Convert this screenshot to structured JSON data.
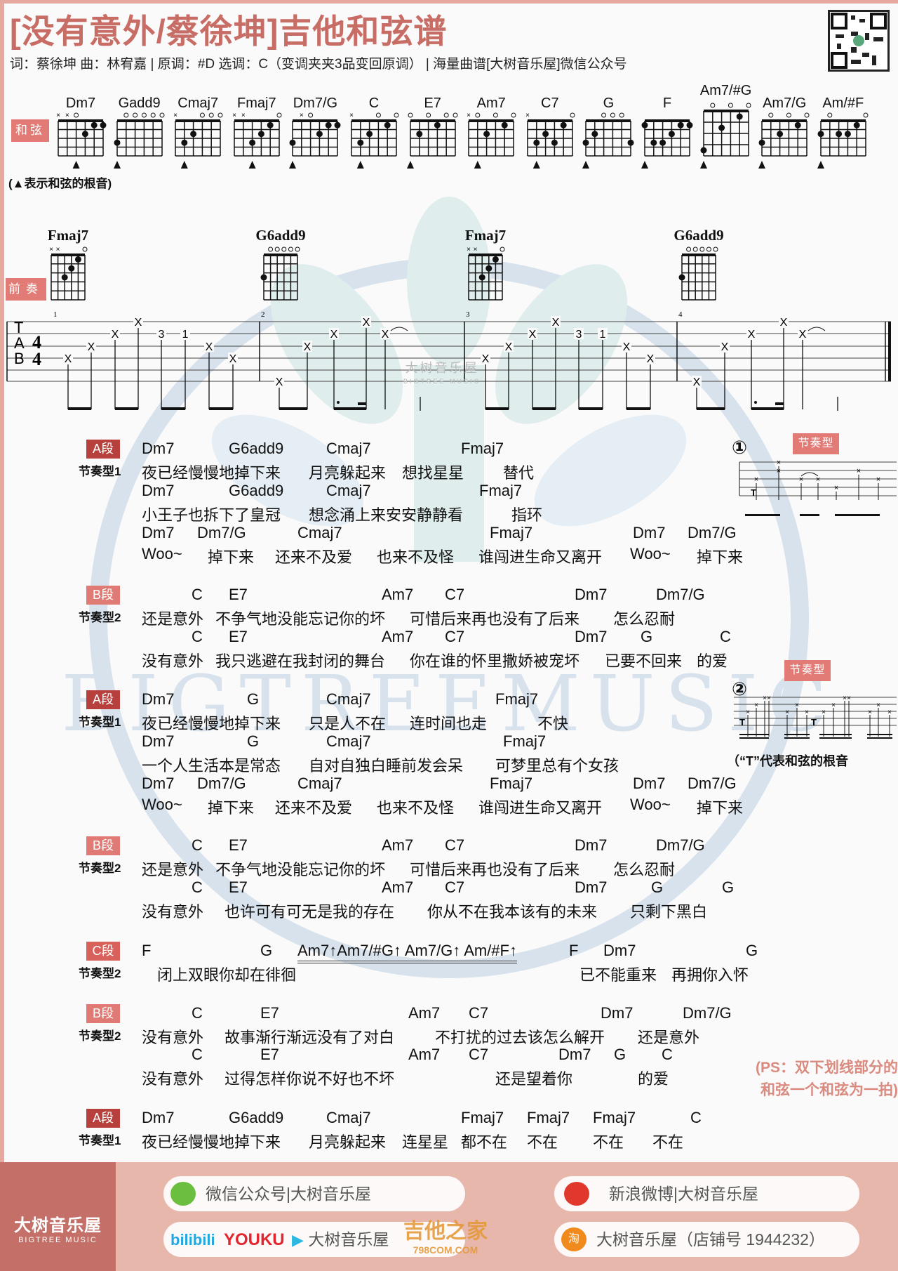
{
  "title": "[没有意外/蔡徐坤]吉他和弦谱",
  "meta": "词：蔡徐坤  曲：林宥嘉 | 原调：#D  选调：C（变调夹夹3品变回原调） | 海量曲谱[大树音乐屋]微信公众号",
  "chord_label": "和弦",
  "chords": [
    "Dm7",
    "Gadd9",
    "Cmaj7",
    "Fmaj7",
    "Dm7/G",
    "C",
    "E7",
    "Am7",
    "C7",
    "G",
    "F",
    "Am7/#G",
    "Am7/G",
    "Am/#F"
  ],
  "root_note": "(▲表示和弦的根音)",
  "intro": {
    "label": "前奏",
    "chords": [
      "Fmaj7",
      "G6add9",
      "Fmaj7",
      "G6add9"
    ],
    "clef": [
      "T",
      "A",
      "B"
    ],
    "time_signature": [
      "4",
      "4"
    ],
    "measure_numbers": [
      "1",
      "2",
      "3",
      "4"
    ],
    "measures": [
      [
        {
          "string": 4,
          "fret": "X"
        },
        {
          "string": 3,
          "fret": "X"
        },
        {
          "string": 2,
          "fret": "X"
        },
        {
          "string": 1,
          "fret": "X"
        },
        {
          "string": 2,
          "fret": "3"
        },
        {
          "string": 2,
          "fret": "1"
        },
        {
          "string": 3,
          "fret": "X"
        },
        {
          "string": 4,
          "fret": "X"
        }
      ],
      [
        {
          "string": 6,
          "fret": "X"
        },
        {
          "string": 3,
          "fret": "X"
        },
        {
          "string": 2,
          "fret": "X"
        },
        {
          "string": 1,
          "fret": "X"
        },
        {
          "string": 2,
          "fret": "X"
        }
      ],
      [
        {
          "string": 4,
          "fret": "X"
        },
        {
          "string": 3,
          "fret": "X"
        },
        {
          "string": 2,
          "fret": "X"
        },
        {
          "string": 1,
          "fret": "X"
        },
        {
          "string": 2,
          "fret": "3"
        },
        {
          "string": 2,
          "fret": "1"
        },
        {
          "string": 3,
          "fret": "X"
        },
        {
          "string": 4,
          "fret": "X"
        }
      ],
      [
        {
          "string": 6,
          "fret": "X"
        },
        {
          "string": 3,
          "fret": "X"
        },
        {
          "string": 2,
          "fret": "X"
        },
        {
          "string": 1,
          "fret": "X"
        },
        {
          "string": 2,
          "fret": "X"
        }
      ]
    ],
    "watermark": [
      "大树音乐屋",
      "BIGTREE MUSIC"
    ]
  },
  "sections": [
    {
      "badge": "A段",
      "pattern": "节奏型1",
      "color": "#b8403c",
      "lines": [
        {
          "chords": [
            "Dm7",
            "G6add9",
            "Cmaj7",
            "Fmaj7"
          ],
          "lyrics": [
            "夜已经慢慢地掉下来",
            "月亮躲起来",
            "想找星星",
            "替代"
          ]
        },
        {
          "chords": [
            "Dm7",
            "G6add9",
            "Cmaj7",
            "Fmaj7"
          ],
          "lyrics": [
            "小王子也拆下了皇冠",
            "想念涌上来安安静静看",
            "指环"
          ]
        },
        {
          "chords": [
            "Dm7",
            "Dm7/G",
            "Cmaj7",
            "Fmaj7",
            "Dm7",
            "Dm7/G"
          ],
          "lyrics": [
            "Woo~",
            "掉下来",
            "还来不及爱",
            "也来不及怪",
            "谁闯进生命又离开",
            "Woo~",
            "掉下来"
          ]
        }
      ]
    },
    {
      "badge": "B段",
      "pattern": "节奏型2",
      "color": "#e07a74",
      "lines": [
        {
          "chords": [
            "C",
            "E7",
            "Am7",
            "C7",
            "Dm7",
            "Dm7/G"
          ],
          "lyrics": [
            "还是意外",
            "不争气地没能忘记你的坏",
            "可惜后来再也没有了后来",
            "怎么忍耐"
          ]
        },
        {
          "chords": [
            "C",
            "E7",
            "Am7",
            "C7",
            "Dm7",
            "G",
            "C"
          ],
          "lyrics": [
            "没有意外",
            "我只逃避在我封闭的舞台",
            "你在谁的怀里撒娇被宠坏",
            "已要不回来",
            "的爱"
          ]
        }
      ]
    },
    {
      "badge": "A段",
      "pattern": "节奏型1",
      "color": "#b8403c",
      "lines": [
        {
          "chords": [
            "Dm7",
            "G",
            "Cmaj7",
            "Fmaj7"
          ],
          "lyrics": [
            "夜已经慢慢地掉下来",
            "只是人不在",
            "连时间也走",
            "不快"
          ]
        },
        {
          "chords": [
            "Dm7",
            "G",
            "Cmaj7",
            "Fmaj7"
          ],
          "lyrics": [
            "一个人生活本是常态",
            "自对自独白睡前发会呆",
            "可梦里总有个女孩"
          ]
        },
        {
          "chords": [
            "Dm7",
            "Dm7/G",
            "Cmaj7",
            "Fmaj7",
            "Dm7",
            "Dm7/G"
          ],
          "lyrics": [
            "Woo~",
            "掉下来",
            "还来不及爱",
            "也来不及怪",
            "谁闯进生命又离开",
            "Woo~",
            "掉下来"
          ]
        }
      ]
    },
    {
      "badge": "B段",
      "pattern": "节奏型2",
      "color": "#e07a74",
      "lines": [
        {
          "chords": [
            "C",
            "E7",
            "Am7",
            "C7",
            "Dm7",
            "Dm7/G"
          ],
          "lyrics": [
            "还是意外",
            "不争气地没能忘记你的坏",
            "可惜后来再也没有了后来",
            "怎么忍耐"
          ]
        },
        {
          "chords": [
            "C",
            "E7",
            "Am7",
            "C7",
            "Dm7",
            "G",
            "G"
          ],
          "lyrics": [
            "没有意外",
            "也许可有可无是我的存在",
            "你从不在我本该有的未来",
            "只剩下黑白"
          ]
        }
      ]
    },
    {
      "badge": "C段",
      "pattern": "节奏型2",
      "color": "#d9615c",
      "lines": [
        {
          "chords": [
            "F",
            "G",
            "Am7↑Am7/#G↑  Am7/G↑  Am/#F↑",
            "F",
            "Dm7",
            "G"
          ],
          "lyrics": [
            "闭上双眼你却在徘徊",
            "已不能重来",
            "再拥你入怀"
          ]
        }
      ]
    },
    {
      "badge": "B段",
      "pattern": "节奏型2",
      "color": "#e07a74",
      "lines": [
        {
          "chords": [
            "C",
            "E7",
            "Am7",
            "C7",
            "Dm7",
            "Dm7/G"
          ],
          "lyrics": [
            "没有意外",
            "故事渐行渐远没有了对白",
            "不打扰的过去该怎么解开",
            "还是意外"
          ]
        },
        {
          "chords": [
            "C",
            "E7",
            "Am7",
            "C7",
            "Dm7",
            "G",
            "C"
          ],
          "lyrics": [
            "没有意外",
            "过得怎样你说不好也不坏",
            "还是望着你",
            "的爱"
          ]
        }
      ]
    },
    {
      "badge": "A段",
      "pattern": "节奏型1",
      "color": "#b8403c",
      "lines": [
        {
          "chords": [
            "Dm7",
            "G6add9",
            "Cmaj7",
            "Fmaj7",
            "Fmaj7",
            "Fmaj7",
            "C"
          ],
          "lyrics": [
            "夜已经慢慢地掉下来",
            "月亮躲起来",
            "连星星",
            "都不在",
            "不在",
            "不在",
            "不在"
          ]
        }
      ]
    }
  ],
  "rhythm_patterns": [
    {
      "number": "①",
      "label": "节奏型",
      "root_mark": "T"
    },
    {
      "number": "②",
      "label": "节奏型",
      "root_mark": "T",
      "note": "（“T”代表和弦的根音"
    }
  ],
  "ps": [
    "(PS：双下划线部分的",
    "和弦一个和弦为一拍)"
  ],
  "footer": {
    "brand": "大树音乐屋",
    "brand_en": "BIGTREE MUSIC",
    "wechat": "微信公众号|大树音乐屋",
    "weibo": "新浪微博|大树音乐屋",
    "video_logos": [
      "bilibili",
      "YOUKU"
    ],
    "video": "大树音乐屋",
    "taobao": "大树音乐屋（店铺号 1944232）",
    "taobao_icon_text": "淘",
    "watermark": [
      "吉他之家",
      "798COM.COM"
    ]
  },
  "colors": {
    "title": "#c86d66",
    "accent_box": "#e27b75",
    "footer": "#e7b7ac",
    "footer_brand": "#c47068",
    "ps": "#d98b80"
  }
}
